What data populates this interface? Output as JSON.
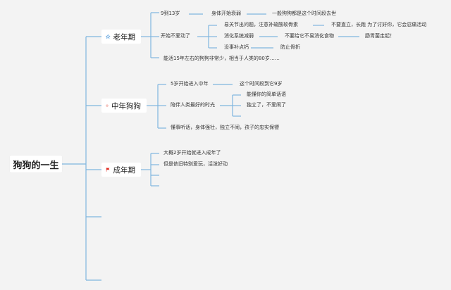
{
  "root": {
    "label": "狗狗的一生"
  },
  "stages": {
    "old": {
      "label": "老年期",
      "icon": "star-outline-icon",
      "color": "#3a8ed8",
      "texts": {
        "l9to13": "9到13岁",
        "decline": "身体开始衰弱",
        "decline_note": "一般狗狗都是这个时间段去世",
        "change": "开始不爱动了",
        "joint": "易关节出问题，注意补硫酸软骨素",
        "joint_note": "不要直立，长跑 为了讨好你，它会忍痛活动",
        "digest": "消化系统减弱",
        "digest_note": "不要给它不易消化食物",
        "digest_note2": "肠胃菌走起！",
        "calcium": "没事补点钙",
        "calcium_note": "防止骨折",
        "rare": "能活15年左右的狗狗非常少，相当于人类的80岁……"
      }
    },
    "middle": {
      "label": "中年狗狗",
      "icon": "star-outline-icon",
      "color": "#e24b3b",
      "texts": {
        "start": "5岁开始进入中年",
        "start_note": "这个时间段到它9岁",
        "partner": "陪伴人类最好的时光",
        "understand": "能懂你的简单话语",
        "independent": "独立了，不爱闹了",
        "sensible": "懂事听话，身体强壮，独立不闹，孩子的忠实保镖"
      }
    },
    "adult": {
      "label": "成年期",
      "icon": "flag-icon",
      "color": "#e02a20",
      "texts": {
        "age2": "大概2岁开始就进入成年了",
        "playful": "但是依旧特别爱玩，活泼好动"
      }
    }
  }
}
